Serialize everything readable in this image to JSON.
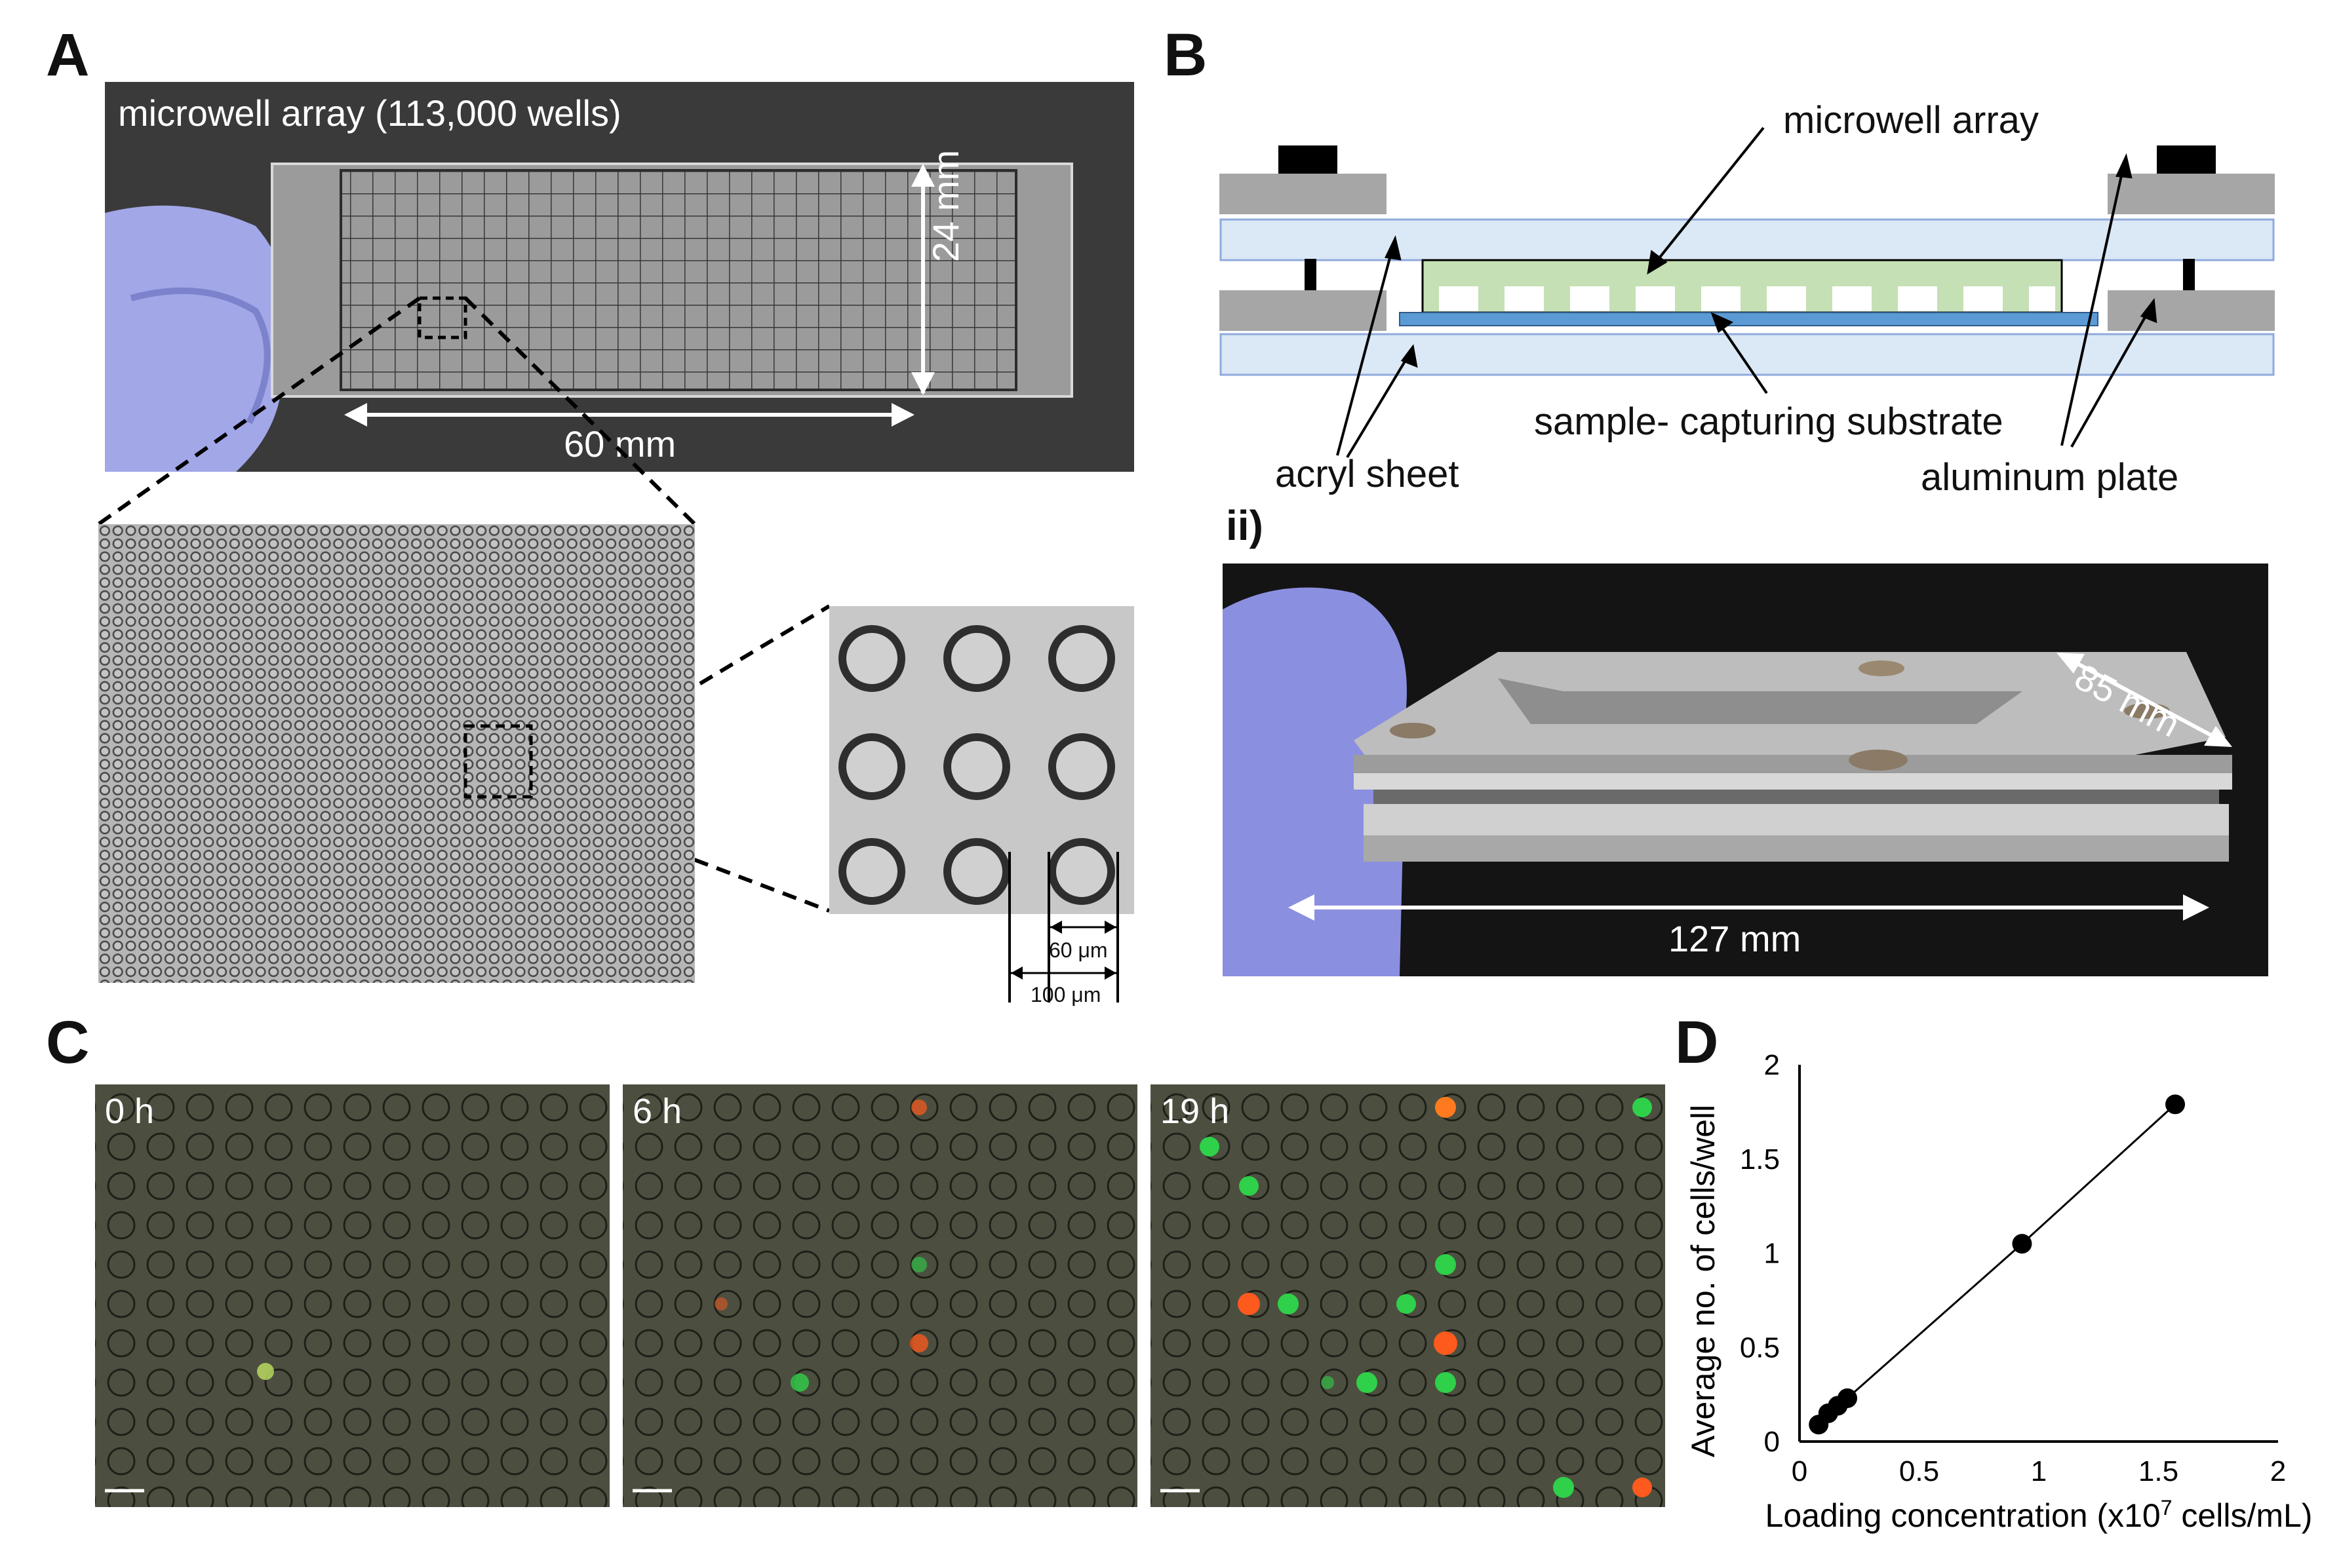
{
  "panels": {
    "A": {
      "label": "A",
      "photo_caption": "microwell array (113,000 wells)",
      "height_dim": "24 mm",
      "width_dim": "60 mm",
      "zoom_dim_well": "60 μm",
      "zoom_dim_pitch": "100 μm"
    },
    "B": {
      "label": "B",
      "diagram": {
        "microwell_array": "microwell array",
        "sample_substrate": "sample- capturing substrate",
        "acryl_sheet": "acryl sheet",
        "aluminum_plate": "aluminum plate"
      },
      "sub_ii": "ii)",
      "photo_depth_dim": "85 mm",
      "photo_width_dim": "127 mm"
    },
    "C": {
      "label": "C",
      "timepoints": [
        {
          "label": "0 h"
        },
        {
          "label": "6 h"
        },
        {
          "label": "19 h"
        }
      ]
    },
    "D": {
      "label": "D"
    }
  },
  "colors": {
    "acryl": "#dbe8f5",
    "gray_plate": "#a6a6a6",
    "microwell_green": "#c5e0b4",
    "substrate_blue": "#5b9bd5",
    "fluor_green": "#2fd04a",
    "fluor_red": "#ff5a1e"
  },
  "chart_data": {
    "type": "scatter",
    "xlabel": "Loading concentration (x10⁷ cells/mL)",
    "ylabel": "Average no. of cells/well",
    "xlim": [
      0,
      2
    ],
    "ylim": [
      0,
      2
    ],
    "xticks": [
      "0",
      "0.5",
      "1",
      "1.5",
      "2"
    ],
    "yticks": [
      "0",
      "0.5",
      "1",
      "1.5",
      "2"
    ],
    "x": [
      0.08,
      0.12,
      0.16,
      0.2,
      0.93,
      1.57
    ],
    "y": [
      0.09,
      0.15,
      0.19,
      0.23,
      1.05,
      1.79
    ],
    "trendline": true
  }
}
